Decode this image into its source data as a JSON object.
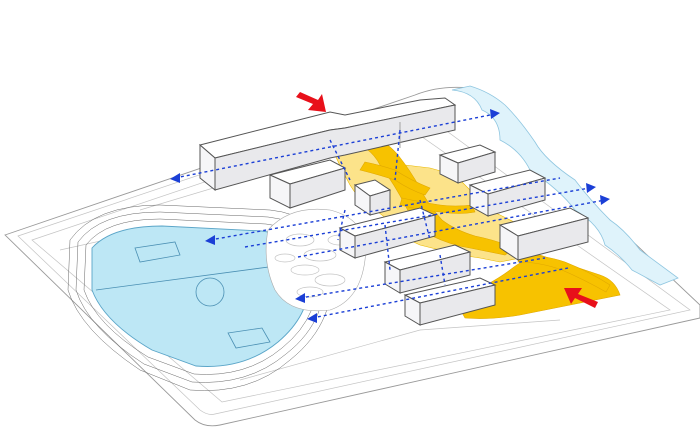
{
  "colors": {
    "circulation": "#f7c200",
    "flow_arrow": "#1b3fd6",
    "entry_arrow": "#e8101a",
    "water": "#dff3fb",
    "pitch": "#bde7f5"
  },
  "elements": {
    "site": "site-plane",
    "sports": "sports-field",
    "buildings": "building-masses",
    "circulation": "yellow-circulation-spine",
    "water": "water-edge",
    "flow_arrows": "dashed-flow-arrows",
    "entries": "entry-arrows"
  }
}
